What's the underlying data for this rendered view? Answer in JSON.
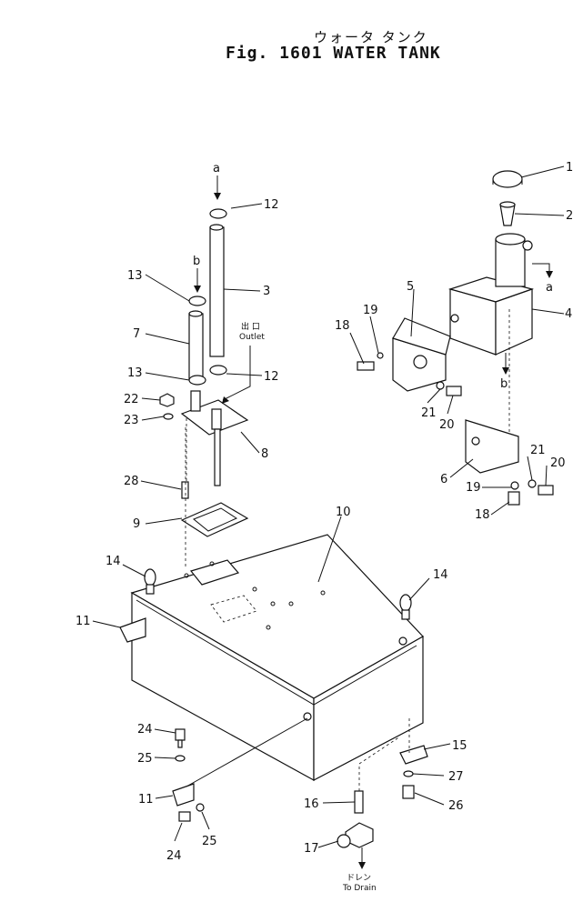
{
  "title": {
    "japanese": "ウォータ タンク",
    "english": "Fig. 1601 WATER TANK"
  },
  "labels": {
    "outlet_jp": "出 口",
    "outlet_en": "Outlet",
    "drain_jp": "ドレン",
    "drain_en": "To Drain",
    "arrow_a_top": "a",
    "arrow_b_top": "b",
    "arrow_a_right": "a",
    "arrow_b_right": "b"
  },
  "callouts": [
    {
      "id": "c1",
      "text": "1"
    },
    {
      "id": "c2",
      "text": "2"
    },
    {
      "id": "c3",
      "text": "3"
    },
    {
      "id": "c4",
      "text": "4"
    },
    {
      "id": "c5",
      "text": "5"
    },
    {
      "id": "c6",
      "text": "6"
    },
    {
      "id": "c7",
      "text": "7"
    },
    {
      "id": "c8",
      "text": "8"
    },
    {
      "id": "c9",
      "text": "9"
    },
    {
      "id": "c10",
      "text": "10"
    },
    {
      "id": "c11a",
      "text": "11"
    },
    {
      "id": "c11b",
      "text": "11"
    },
    {
      "id": "c12a",
      "text": "12"
    },
    {
      "id": "c12b",
      "text": "12"
    },
    {
      "id": "c13a",
      "text": "13"
    },
    {
      "id": "c13b",
      "text": "13"
    },
    {
      "id": "c14a",
      "text": "14"
    },
    {
      "id": "c14b",
      "text": "14"
    },
    {
      "id": "c15",
      "text": "15"
    },
    {
      "id": "c16",
      "text": "16"
    },
    {
      "id": "c17",
      "text": "17"
    },
    {
      "id": "c18a",
      "text": "18"
    },
    {
      "id": "c18b",
      "text": "18"
    },
    {
      "id": "c19a",
      "text": "19"
    },
    {
      "id": "c19b",
      "text": "19"
    },
    {
      "id": "c20a",
      "text": "20"
    },
    {
      "id": "c20b",
      "text": "20"
    },
    {
      "id": "c21a",
      "text": "21"
    },
    {
      "id": "c21b",
      "text": "21"
    },
    {
      "id": "c22",
      "text": "22"
    },
    {
      "id": "c23",
      "text": "23"
    },
    {
      "id": "c24a",
      "text": "24"
    },
    {
      "id": "c24b",
      "text": "24"
    },
    {
      "id": "c25a",
      "text": "25"
    },
    {
      "id": "c25b",
      "text": "25"
    },
    {
      "id": "c26",
      "text": "26"
    },
    {
      "id": "c27",
      "text": "27"
    },
    {
      "id": "c28",
      "text": "28"
    }
  ]
}
